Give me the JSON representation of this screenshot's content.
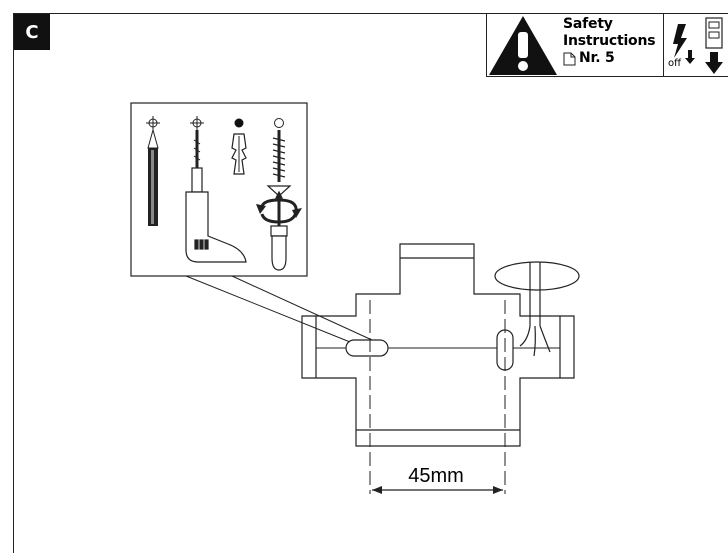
{
  "header": {
    "section_letter": "C",
    "safety_line1": "Safety",
    "safety_line2": "Instructions",
    "safety_line3": "Nr. 5",
    "off_label": "off"
  },
  "diagram": {
    "dimension_label": "45mm"
  },
  "icons": [
    "warning-triangle-icon",
    "document-icon",
    "lightning-icon",
    "power-off-icon",
    "pencil-icon",
    "drill-icon",
    "wall-plug-icon",
    "screw-icon",
    "screwdriver-icon",
    "rotate-arrow-icon"
  ]
}
